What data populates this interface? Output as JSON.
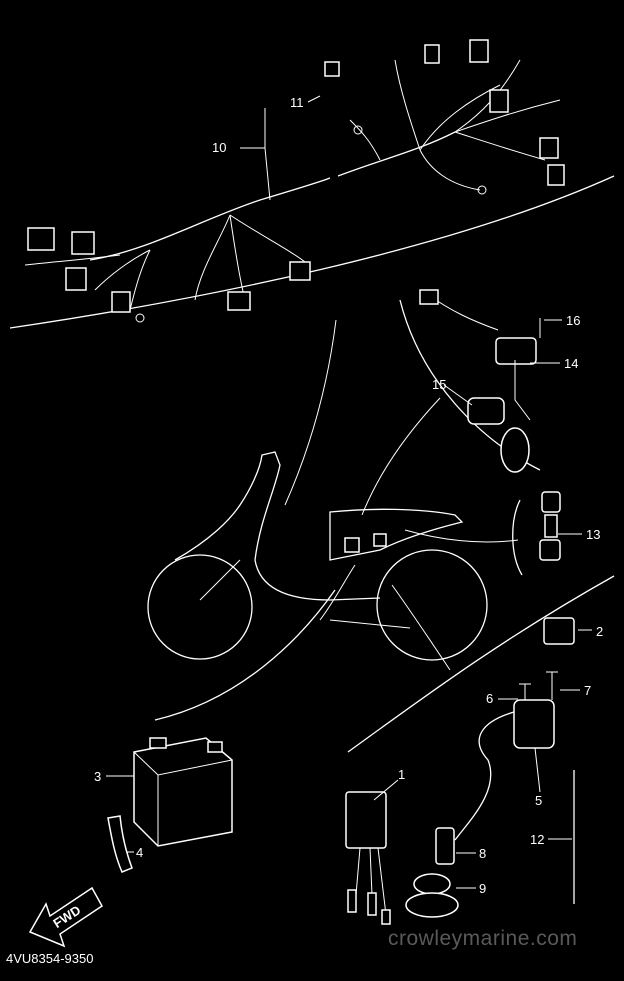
{
  "callouts": [
    "1",
    "2",
    "3",
    "4",
    "5",
    "6",
    "7",
    "8",
    "9",
    "10",
    "11",
    "12",
    "13",
    "14",
    "15",
    "16"
  ],
  "direction_arrow": "FWD",
  "diagram_code": "4VU8354-9350",
  "watermark": "crowleymarine.com",
  "colors": {
    "background": "#000000",
    "ink": "#ffffff",
    "watermark": "#5a5a5a"
  },
  "icons": [
    "wire-harness-icon",
    "scooter-icon",
    "battery-icon",
    "ignition-coil-icon",
    "relay-icon",
    "fuel-sender-icon",
    "fwd-arrow-icon"
  ]
}
